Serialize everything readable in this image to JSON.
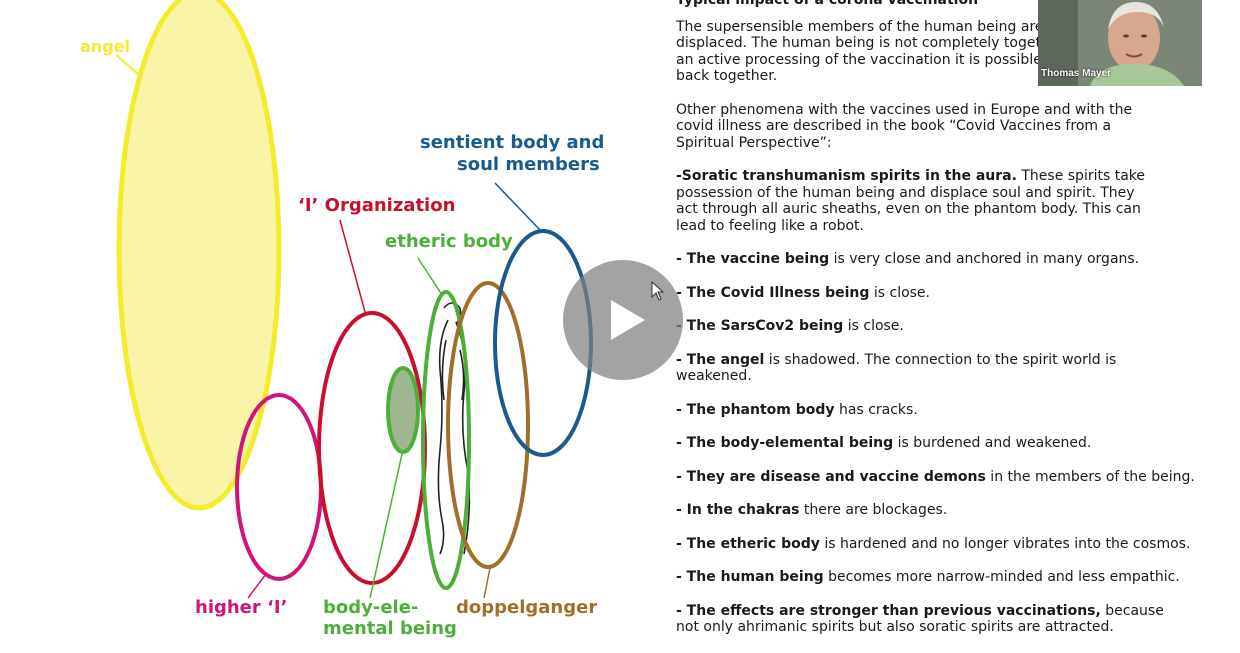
{
  "diagram": {
    "labels": {
      "angel": "angel",
      "sentient_body": [
        "sentient body and",
        "soul members"
      ],
      "i_organization": "‘I’ Organization",
      "etheric_body": "etheric body",
      "higher_i": "higher ‘I’",
      "body_elemental": [
        "body-ele-",
        "mental being"
      ],
      "doppelganger": "doppelganger"
    },
    "colors": {
      "angel": "#f2ec2a",
      "angel_fill": "#faf4a8",
      "sentient": "#1a5a8c",
      "i_org": "#c8102e",
      "etheric": "#4caf3a",
      "higher_i": "#d21479",
      "body_elemental_fill": "#9fb690",
      "doppelganger": "#a0702a"
    },
    "figure_icon": "human-figure-sketch"
  },
  "document": {
    "title": "Typical impact of a corona vaccination",
    "para1": "The supersensible members of the human being are p… displaced. The human being is not completely togethe… an active processing of the vaccination it is possible to… back together.",
    "para1_lines": [
      "The supersensible members of the human being are p",
      "displaced. The human being is not completely togethe",
      "an active processing of the vaccination it is possible to",
      "back together."
    ],
    "para2": "Other phenomena with the vaccines used in Europe and with the covid illness are described in the book “Covid Vaccines from a Spiritual Perspective”:",
    "soratic_bold": "-Soratic transhumanism spirits in the aura.",
    "soratic_rest": " These spirits take possession of the human being and displace soul and spirit. They act through all auric sheaths, even on the phantom body. This can lead to feeling like a robot.",
    "bullets": [
      {
        "bold": "- The vaccine being",
        "rest": " is very close and anchored in many organs."
      },
      {
        "bold": "- The Covid Illness being",
        "rest": " is close."
      },
      {
        "bold": "- The SarsCov2 being",
        "rest": " is close."
      },
      {
        "bold": "- The angel",
        "rest": " is shadowed. The connection to the spirit world is weakened."
      },
      {
        "bold": "- The phantom body",
        "rest": " has cracks."
      },
      {
        "bold": "- The body-elemental being",
        "rest": " is burdened and weakened."
      },
      {
        "bold": "- They are disease and vaccine demons",
        "rest": " in the members of the being."
      },
      {
        "bold": "- In the chakras",
        "rest": " there are blockages."
      },
      {
        "bold": "- The etheric body",
        "rest": " is hardened and no longer vibrates into the cosmos."
      },
      {
        "bold": "- The human being",
        "rest": " becomes more narrow-minded and less empathic."
      },
      {
        "bold": "- The effects are stronger than previous vaccinations,",
        "rest": " because not only ahrimanic spirits but also soratic spirits are attracted."
      }
    ]
  },
  "video": {
    "speaker_name": "Thomas Mayer"
  },
  "player": {
    "play_icon": "play-icon",
    "cursor_icon": "mouse-pointer-icon"
  }
}
